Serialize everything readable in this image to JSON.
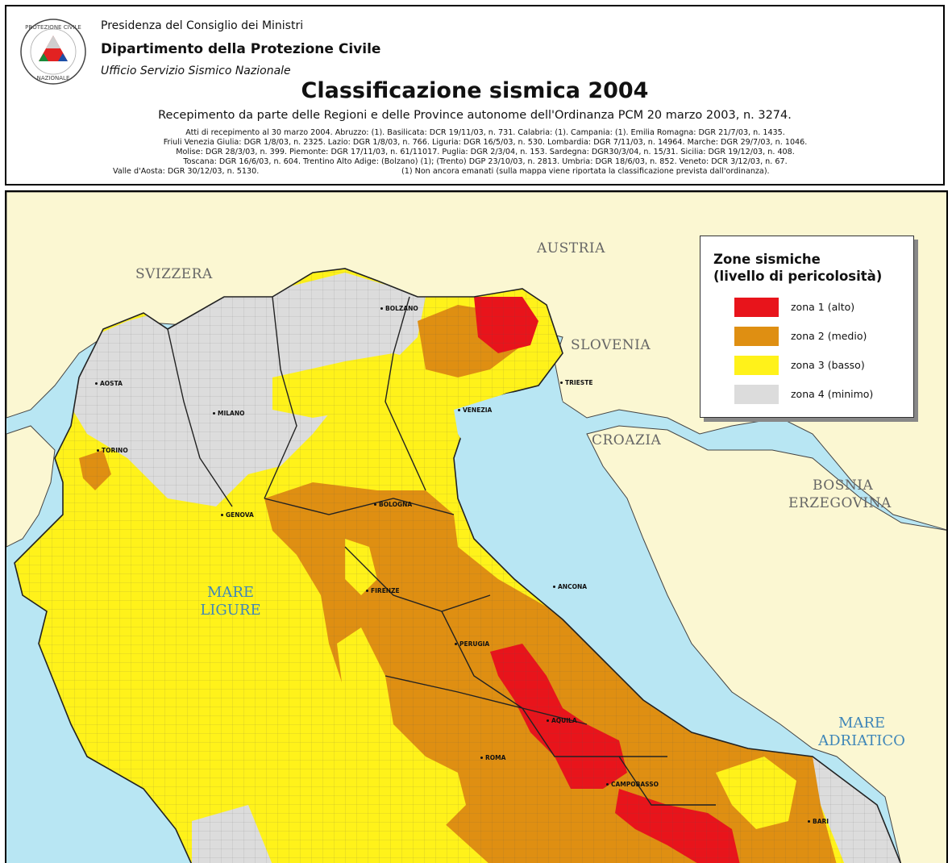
{
  "header": {
    "line1": "Presidenza del Consiglio dei Ministri",
    "line2": "Dipartimento della Protezione Civile",
    "line3": "Ufficio Servizio Sismico Nazionale",
    "logo_text": "PROTEZIONE CIVILE · NAZIONALE",
    "title": "Classificazione sismica 2004",
    "subtitle": "Recepimento da parte delle Regioni e delle Province autonome dell'Ordinanza PCM 20 marzo 2003, n. 3274.",
    "acts": [
      "Atti di recepimento al 30 marzo 2004. Abruzzo: (1). Basilicata: DCR 19/11/03, n. 731. Calabria: (1). Campania: (1). Emilia Romagna: DGR 21/7/03, n. 1435.",
      "Friuli Venezia Giulia: DGR 1/8/03, n. 2325. Lazio: DGR 1/8/03, n. 766. Liguria: DGR 16/5/03, n. 530. Lombardia: DGR 7/11/03, n. 14964. Marche: DGR 29/7/03, n. 1046.",
      "Molise: DGR 28/3/03, n. 399. Piemonte: DGR 17/11/03, n. 61/11017. Puglia: DGR 2/3/04, n. 153. Sardegna: DGR30/3/04, n. 15/31. Sicilia: DGR 19/12/03, n. 408.",
      "Toscana: DGR 16/6/03, n. 604. Trentino Alto Adige: (Bolzano) (1); (Trento) DGP 23/10/03, n. 2813. Umbria: DGR 18/6/03, n. 852. Veneto: DCR 3/12/03, n. 67."
    ],
    "acts_last_left": "Valle d'Aosta: DGR 30/12/03, n. 5130.",
    "acts_last_right": "(1) Non ancora emanati (sulla mappa viene riportata la classificazione prevista dall'ordinanza)."
  },
  "map": {
    "countries": {
      "svizzera": "SVIZZERA",
      "austria": "AUSTRIA",
      "slovenia": "SLOVENIA",
      "croazia": "CROAZIA",
      "bosnia_line1": "BOSNIA",
      "bosnia_line2": "ERZEGOVINA"
    },
    "seas": {
      "ligure_line1": "MARE",
      "ligure_line2": "LIGURE",
      "adriatico_line1": "MARE",
      "adriatico_line2": "ADRIATICO"
    },
    "cities": {
      "bolzano": "BOLZANO",
      "aosta": "AOSTA",
      "milano": "MILANO",
      "venezia": "VENEZIA",
      "trieste": "TRIESTE",
      "torino": "TORINO",
      "genova": "GENOVA",
      "bologna": "BOLOGNA",
      "firenze": "FIRENZE",
      "ancona": "ANCONA",
      "perugia": "PERUGIA",
      "aquila": "AQUILA",
      "roma": "ROMA",
      "campobasso": "CAMPOBASSO",
      "bari": "BARI"
    },
    "colors": {
      "sea": "#b8e6f3",
      "foreign_land": "#fbf7d2",
      "zona1": "#e8141b",
      "zona2": "#df8f12",
      "zona3": "#fff21a",
      "zona4": "#dcdcdc"
    }
  },
  "legend": {
    "title_line1": "Zone sismiche",
    "title_line2": "(livello di pericolosità)",
    "items": [
      {
        "label": "zona 1 (alto)",
        "color": "#e8141b"
      },
      {
        "label": "zona 2 (medio)",
        "color": "#df8f12"
      },
      {
        "label": "zona 3 (basso)",
        "color": "#fff21a"
      },
      {
        "label": "zona 4 (minimo)",
        "color": "#dcdcdc"
      }
    ]
  }
}
